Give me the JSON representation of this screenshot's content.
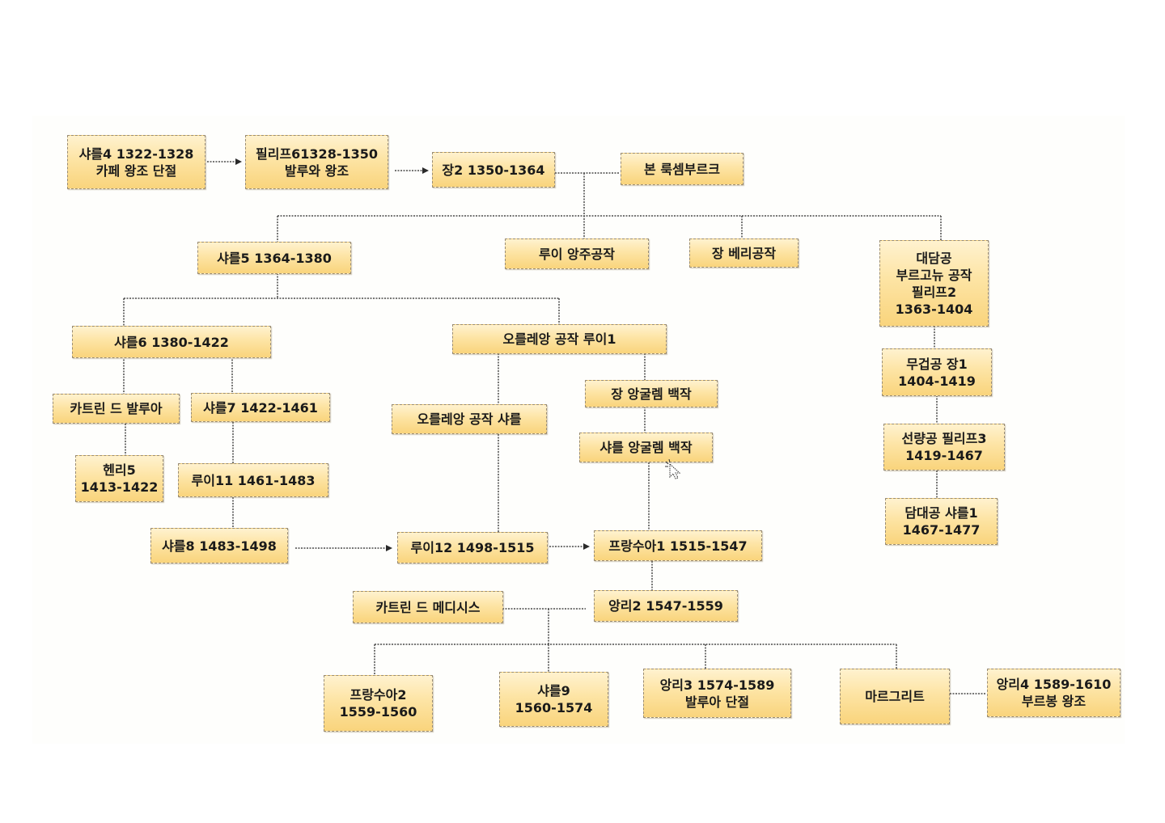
{
  "nodes": {
    "charles4": "샤를4 1322-1328\n카페 왕조 단절",
    "philippe6": "필리프61328-1350\n발루와 왕조",
    "jean2": "장2 1350-1364",
    "bonne": "본 룩셈부르크",
    "charles5": "샤를5 1364-1380",
    "louis_anjou": "루이 앙주공작",
    "jean_berry": "장 베리공작",
    "philippe2_bourgogne": "대담공\n부르고뉴 공작\n필리프2\n1363-1404",
    "charles6": "샤를6 1380-1422",
    "louis1_orleans": "오를레앙 공작 루이1",
    "jean1_fearless": "무겁공 장1\n1404-1419",
    "catherine_valois": "카트린 드 발루아",
    "charles7": "샤를7 1422-1461",
    "charles_orleans": "오를레앙 공작 샤를",
    "jean_angouleme": "장 앙굴렘 백작",
    "philippe3_good": "선량공 필리프3\n1419-1467",
    "charles_angouleme": "샤를 앙굴렘 백작",
    "henry5": "헨리5\n1413-1422",
    "louis11": "루이11 1461-1483",
    "charles1_bold": "담대공 샤를1\n1467-1477",
    "charles8": "샤를8 1483-1498",
    "louis12": "루이12 1498-1515",
    "francois1": "프랑수아1 1515-1547",
    "catherine_medici": "카트린 드 메디시스",
    "henri2": "앙리2 1547-1559",
    "francois2": "프랑수아2\n1559-1560",
    "charles9": "샤를9\n1560-1574",
    "henri3": "앙리3 1574-1589\n발루아 단절",
    "marguerite": "마르그리트",
    "henri4": "앙리4 1589-1610\n부르봉 왕조"
  },
  "colors": {
    "box_fill_top": "#fff2cf",
    "box_fill_bottom": "#f9d47c",
    "box_border": "#9a8c73",
    "connector": "#4a4a4a",
    "text": "#1a1a1a"
  },
  "icons": {
    "cursor": "mouse-pointer-icon"
  }
}
